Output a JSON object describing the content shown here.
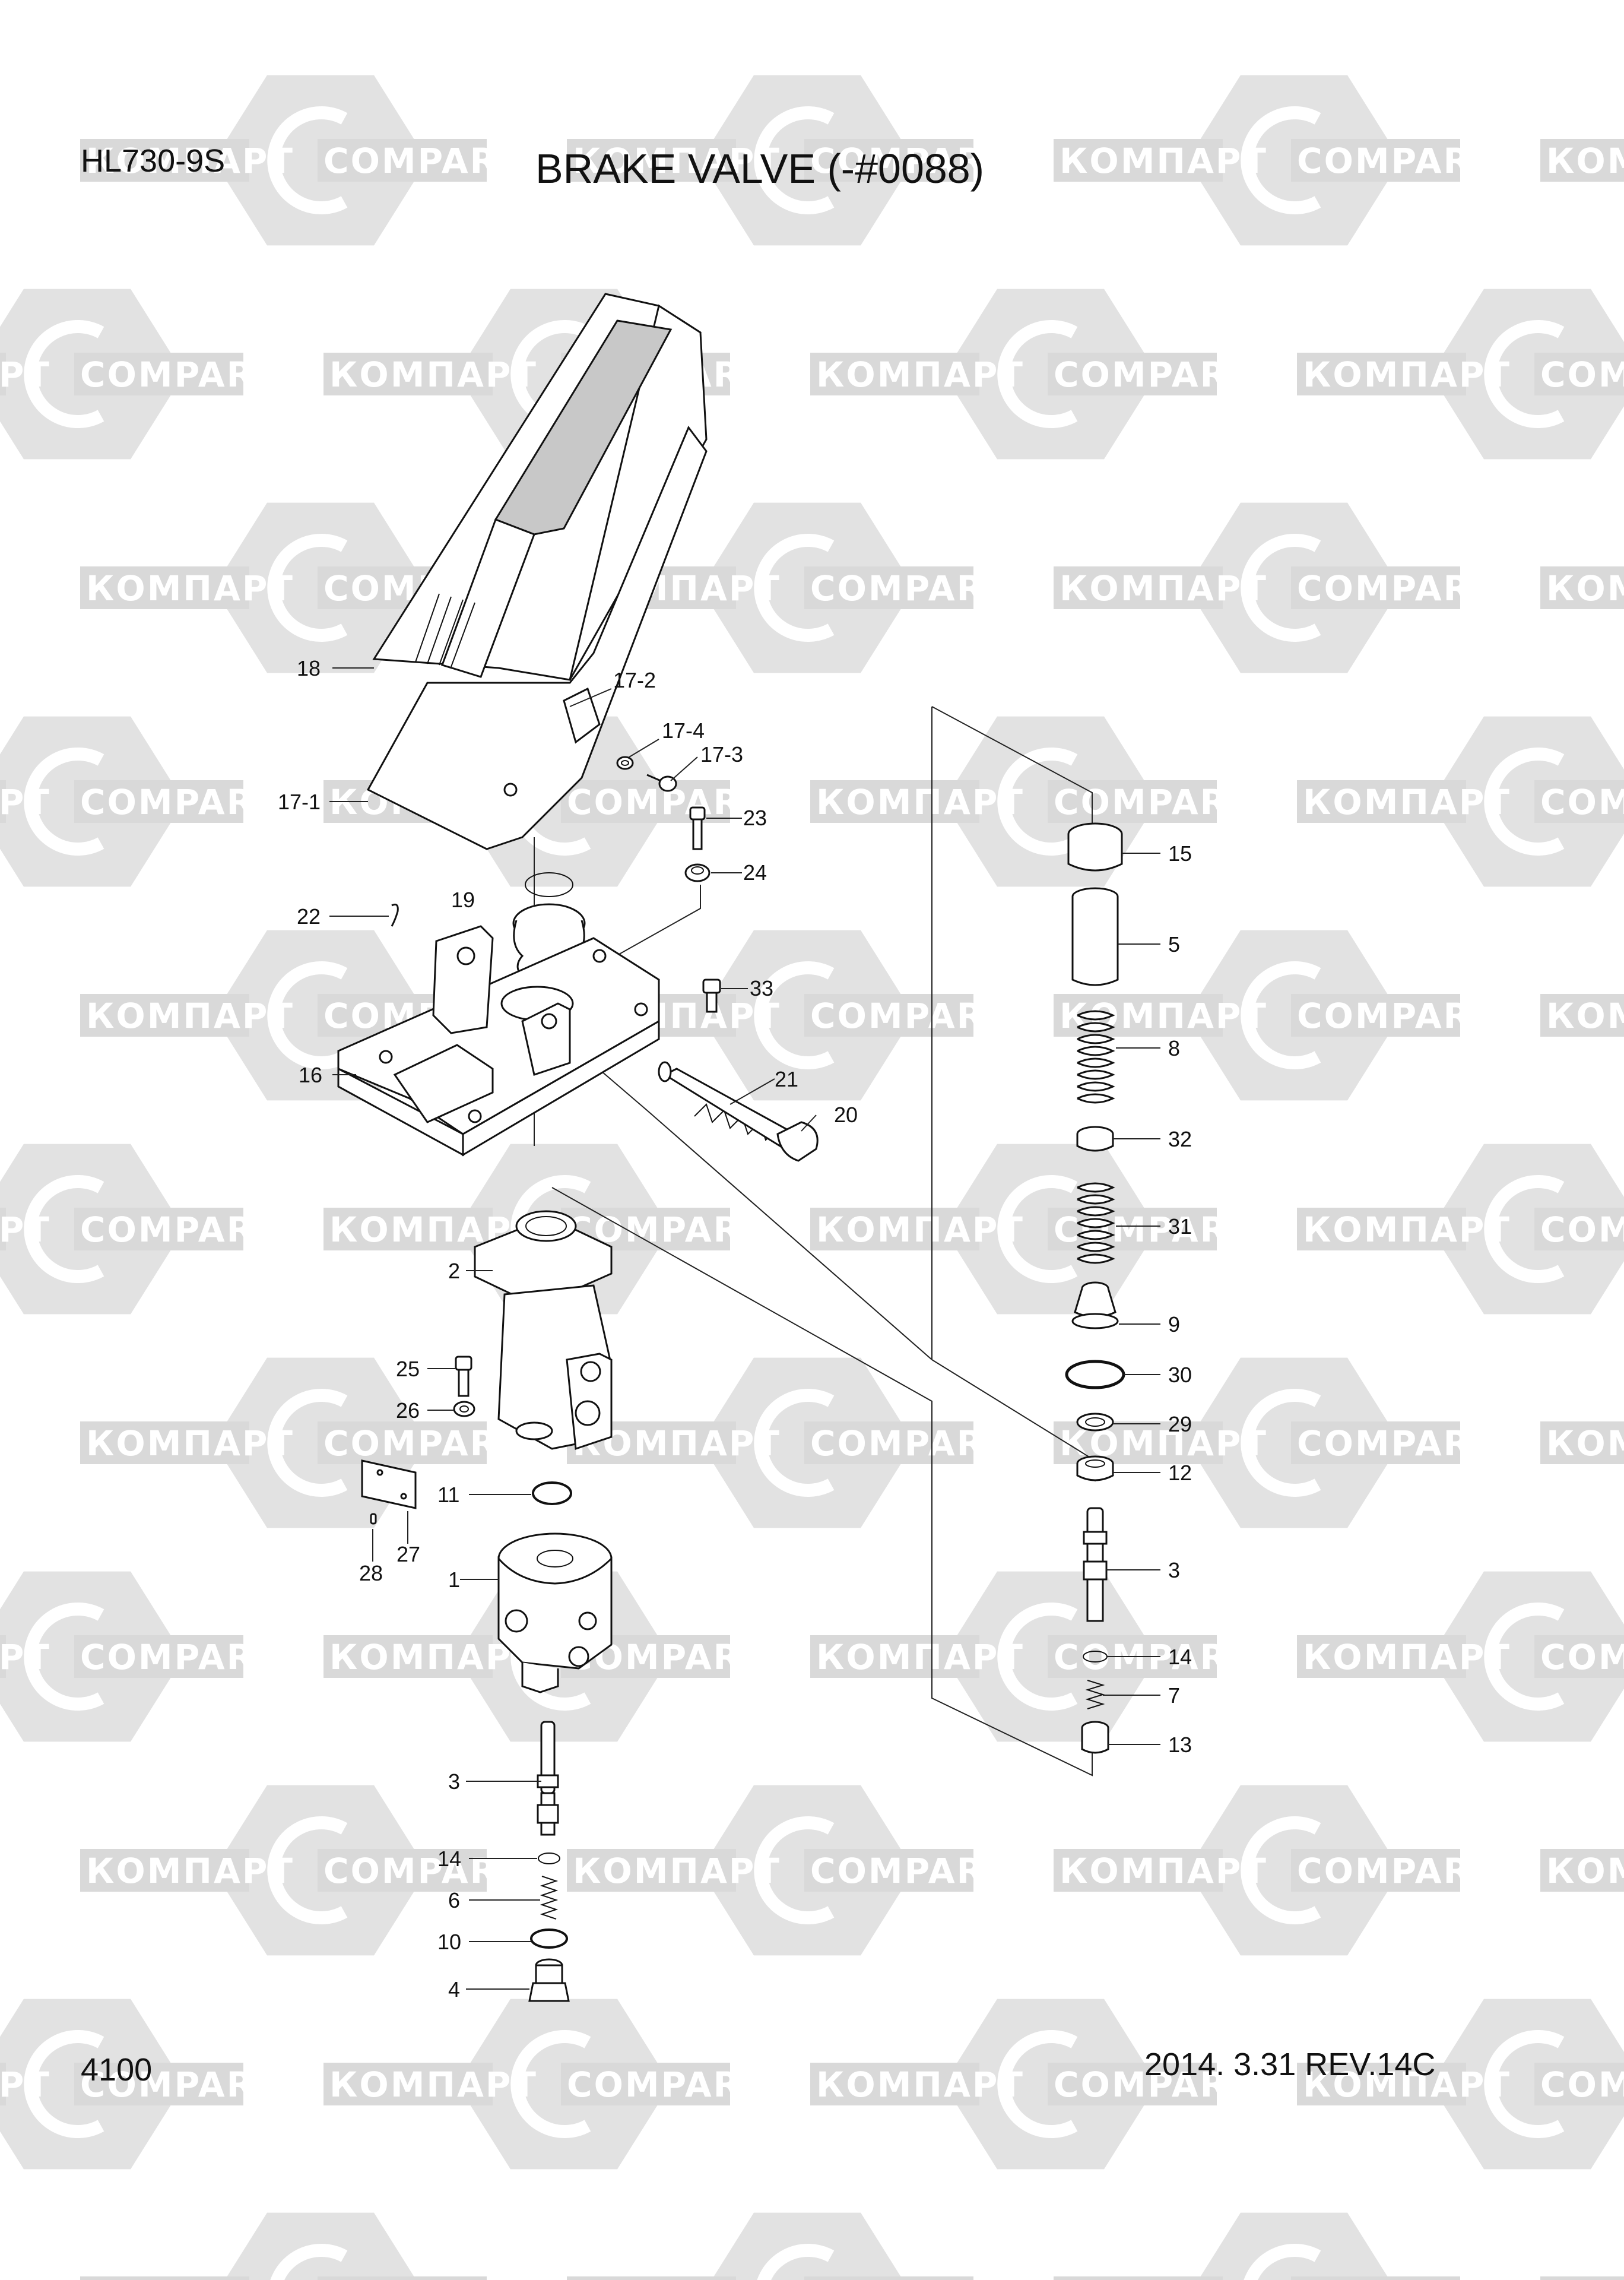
{
  "header": {
    "model": "HL730-9S",
    "title": "BRAKE VALVE (-#0088)"
  },
  "footer": {
    "page_number": "4100",
    "date_revision": "2014. 3.31  REV.14C"
  },
  "watermark": {
    "text_left": "КОМПАРТ",
    "text_right": "COMPART"
  },
  "callouts": {
    "c18": "18",
    "c17_2": "17-2",
    "c17_4": "17-4",
    "c17_3": "17-3",
    "c17_1": "17-1",
    "c23": "23",
    "c24": "24",
    "c22": "22",
    "c19": "19",
    "c33": "33",
    "c16": "16",
    "c21": "21",
    "c20": "20",
    "c2": "2",
    "c25": "25",
    "c26": "26",
    "c11": "11",
    "c27": "27",
    "c28": "28",
    "c1": "1",
    "c3a": "3",
    "c14a": "14",
    "c6": "6",
    "c10": "10",
    "c4": "4",
    "c15": "15",
    "c5": "5",
    "c8": "8",
    "c32": "32",
    "c31": "31",
    "c9": "9",
    "c30": "30",
    "c29": "29",
    "c12": "12",
    "c3b": "3",
    "c14b": "14",
    "c7": "7",
    "c13": "13"
  },
  "colors": {
    "line": "#111111",
    "watermark_shape": "#e2e2e2",
    "watermark_band": "#d9d9d9"
  }
}
